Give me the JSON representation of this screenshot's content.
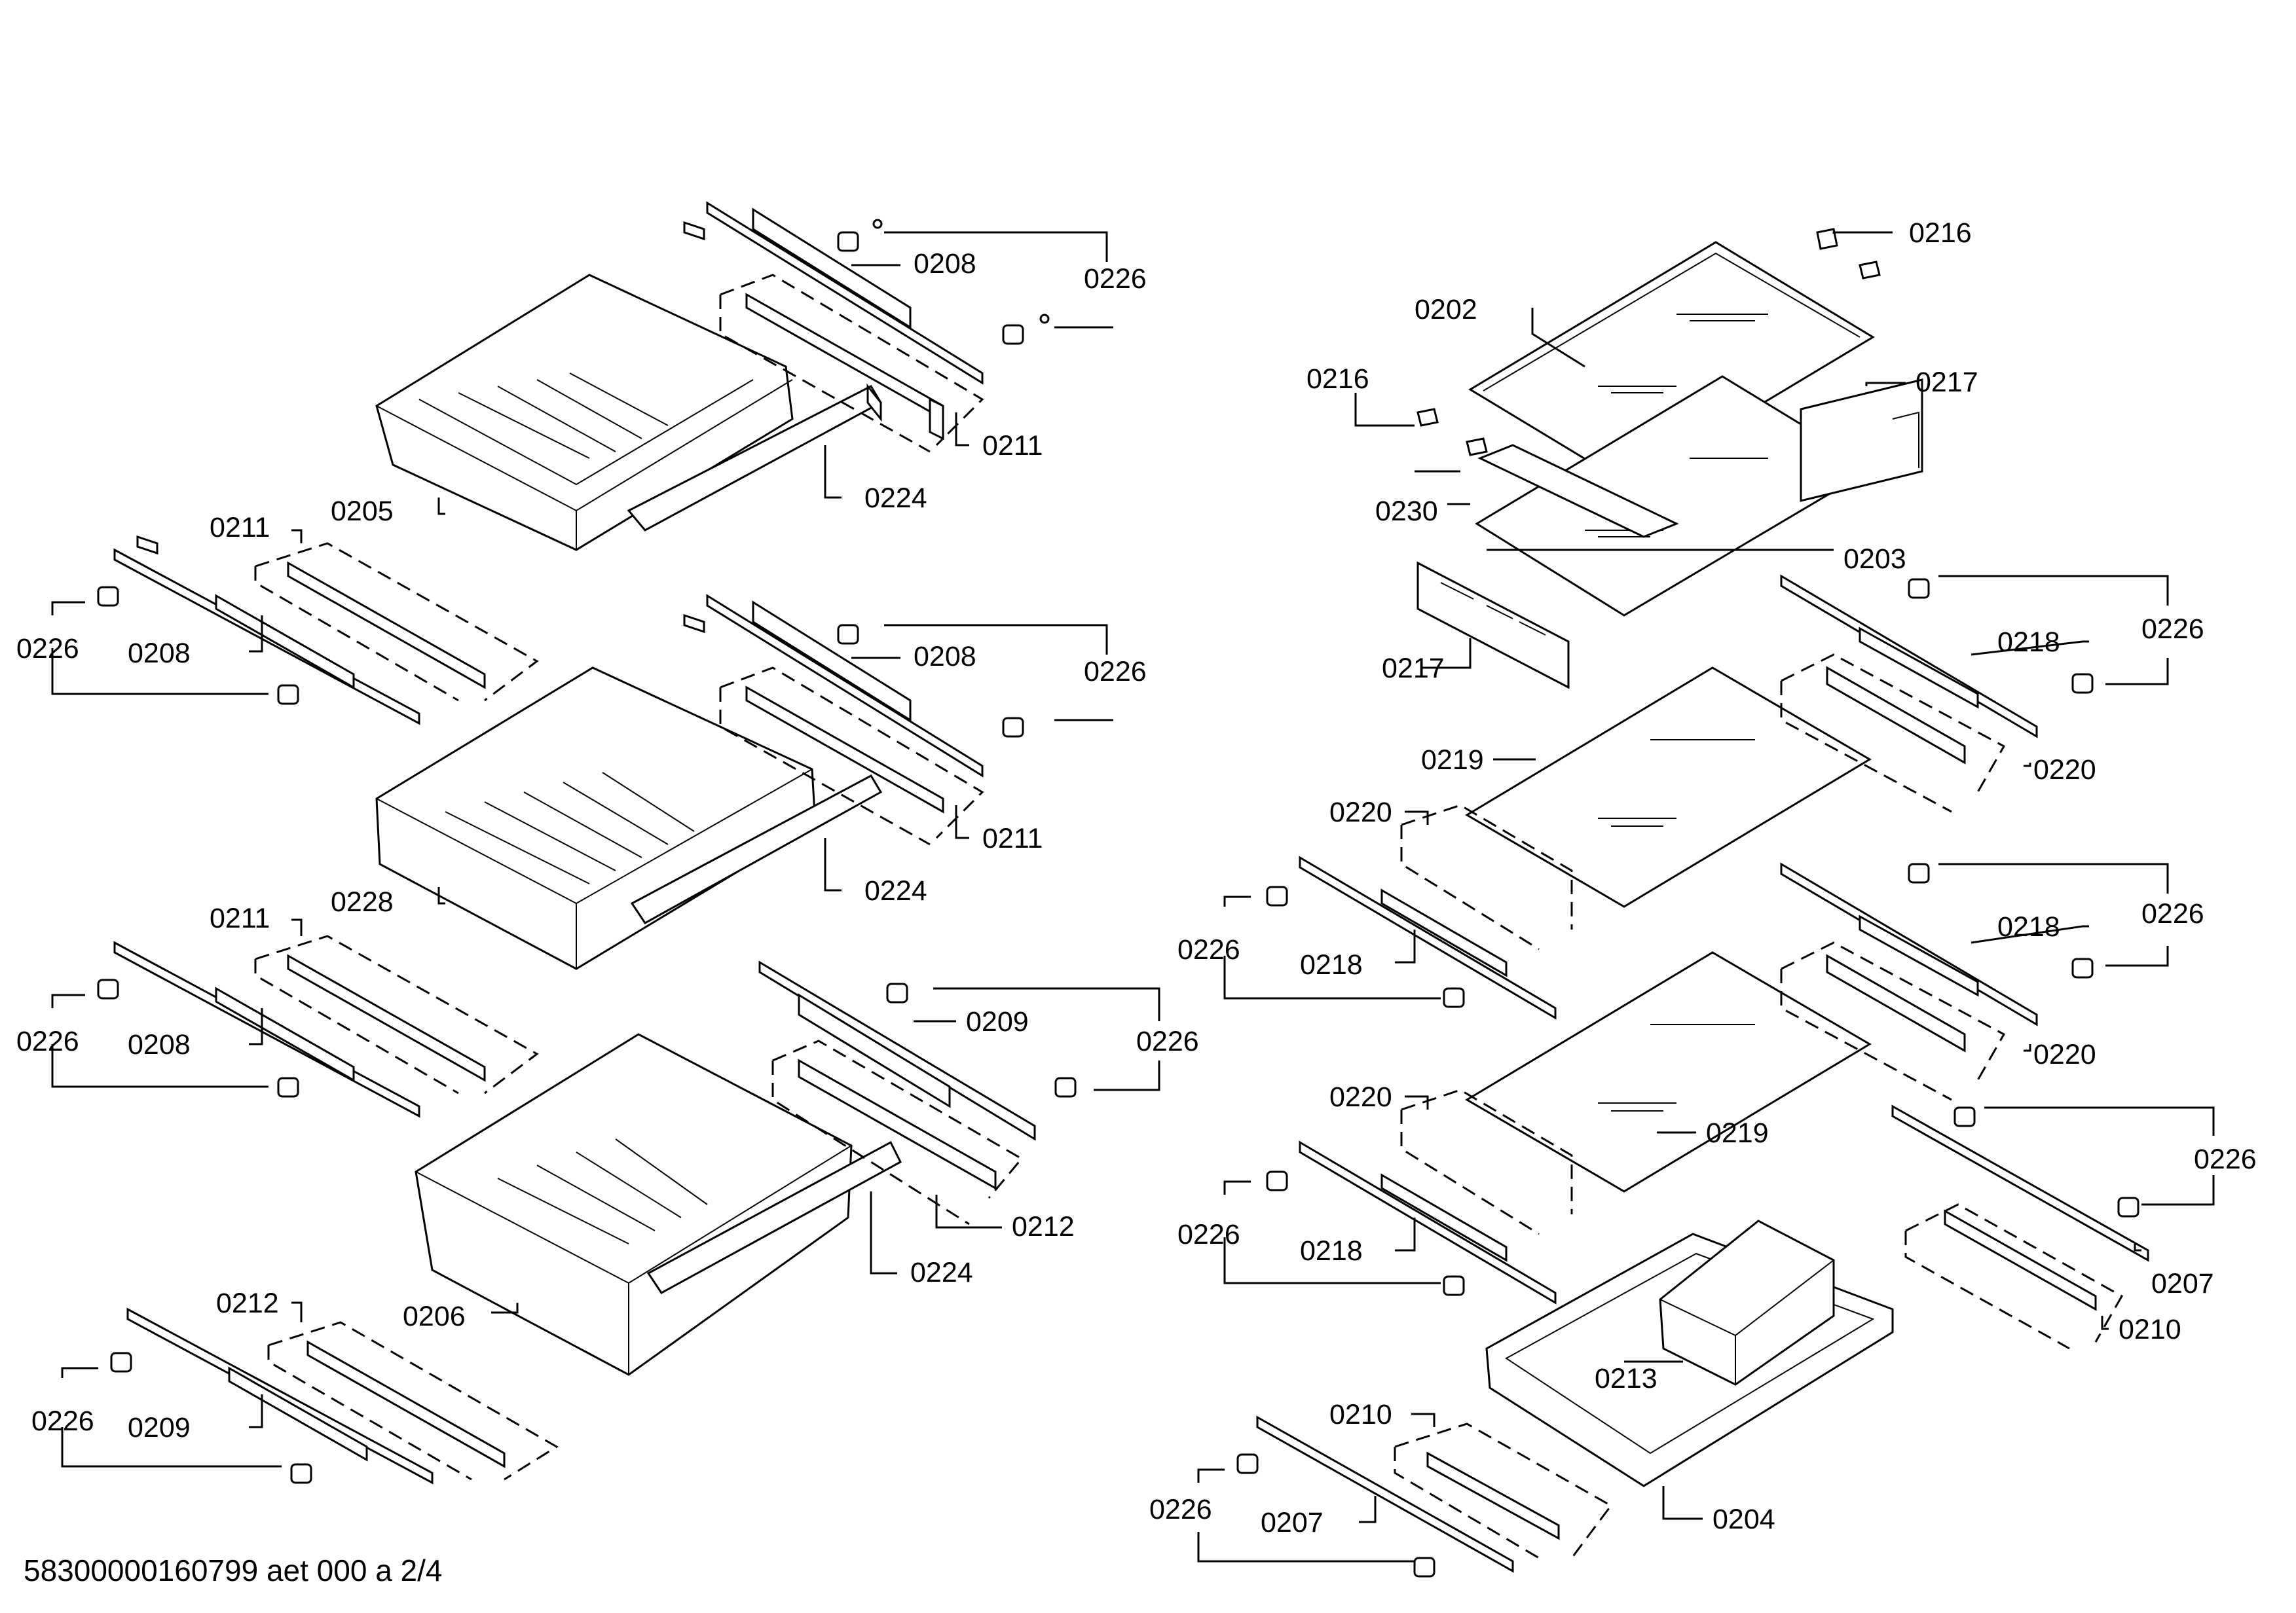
{
  "document_id": "58300000160799 aet 000 a 2/4",
  "callouts": [
    {
      "label": "0208"
    },
    {
      "label": "0226"
    },
    {
      "label": "0211"
    },
    {
      "label": "0224"
    },
    {
      "label": "0205"
    },
    {
      "label": "0211"
    },
    {
      "label": "0226"
    },
    {
      "label": "0208"
    },
    {
      "label": "0208"
    },
    {
      "label": "0226"
    },
    {
      "label": "0211"
    },
    {
      "label": "0224"
    },
    {
      "label": "0228"
    },
    {
      "label": "0211"
    },
    {
      "label": "0226"
    },
    {
      "label": "0208"
    },
    {
      "label": "0209"
    },
    {
      "label": "0226"
    },
    {
      "label": "0212"
    },
    {
      "label": "0224"
    },
    {
      "label": "0206"
    },
    {
      "label": "0212"
    },
    {
      "label": "0226"
    },
    {
      "label": "0209"
    },
    {
      "label": "0216"
    },
    {
      "label": "0202"
    },
    {
      "label": "0217"
    },
    {
      "label": "0216"
    },
    {
      "label": "0230"
    },
    {
      "label": "0203"
    },
    {
      "label": "0217"
    },
    {
      "label": "0218"
    },
    {
      "label": "0226"
    },
    {
      "label": "0220"
    },
    {
      "label": "0219"
    },
    {
      "label": "0220"
    },
    {
      "label": "0226"
    },
    {
      "label": "0218"
    },
    {
      "label": "0218"
    },
    {
      "label": "0226"
    },
    {
      "label": "0220"
    },
    {
      "label": "0219"
    },
    {
      "label": "0220"
    },
    {
      "label": "0226"
    },
    {
      "label": "0218"
    },
    {
      "label": "0226"
    },
    {
      "label": "0207"
    },
    {
      "label": "0210"
    },
    {
      "label": "0213"
    },
    {
      "label": "0210"
    },
    {
      "label": "0226"
    },
    {
      "label": "0207"
    },
    {
      "label": "0204"
    }
  ]
}
